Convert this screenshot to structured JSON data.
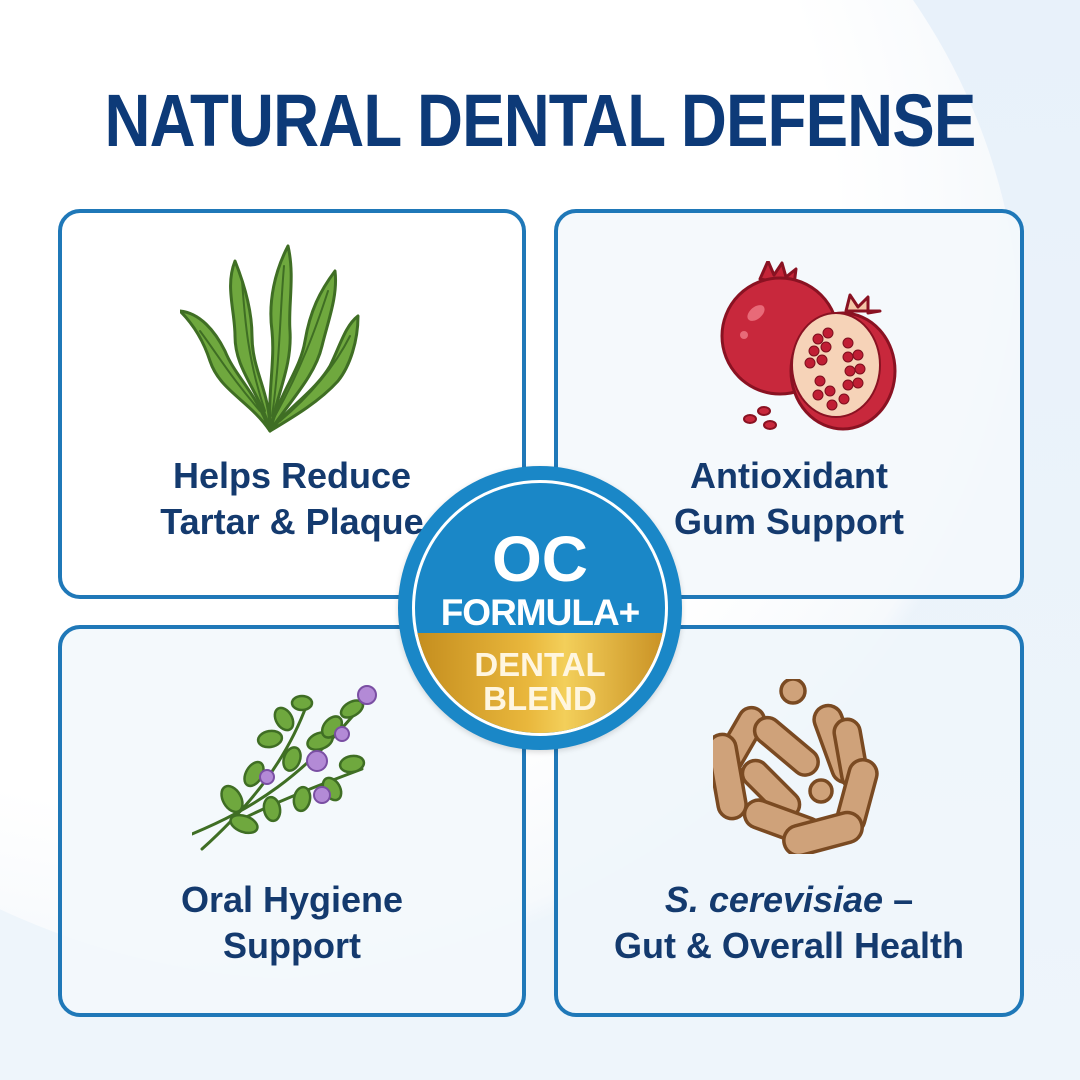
{
  "header": {
    "title": "NATURAL DENTAL DEFENSE"
  },
  "colors": {
    "title": "#0d3a78",
    "card_border": "#1f78b8",
    "label_text": "#143a6e",
    "badge_blue": "#1a87c7",
    "badge_gold": "#e9b73c"
  },
  "badge": {
    "line1": "OC",
    "line2": "FORMULA+",
    "line3": "DENTAL",
    "line4": "BLEND"
  },
  "cards": [
    {
      "icon": "seaweed-icon",
      "line1": "Helps Reduce",
      "line2": "Tartar & Plaque"
    },
    {
      "icon": "pomegranate-icon",
      "line1": "Antioxidant",
      "line2": "Gum Support"
    },
    {
      "icon": "thyme-icon",
      "line1": "Oral Hygiene",
      "line2": "Support"
    },
    {
      "icon": "probiotic-yeast-icon",
      "line1_italic": "S. cerevisiae",
      "line1_suffix": " –",
      "line2": "Gut & Overall Health"
    }
  ]
}
